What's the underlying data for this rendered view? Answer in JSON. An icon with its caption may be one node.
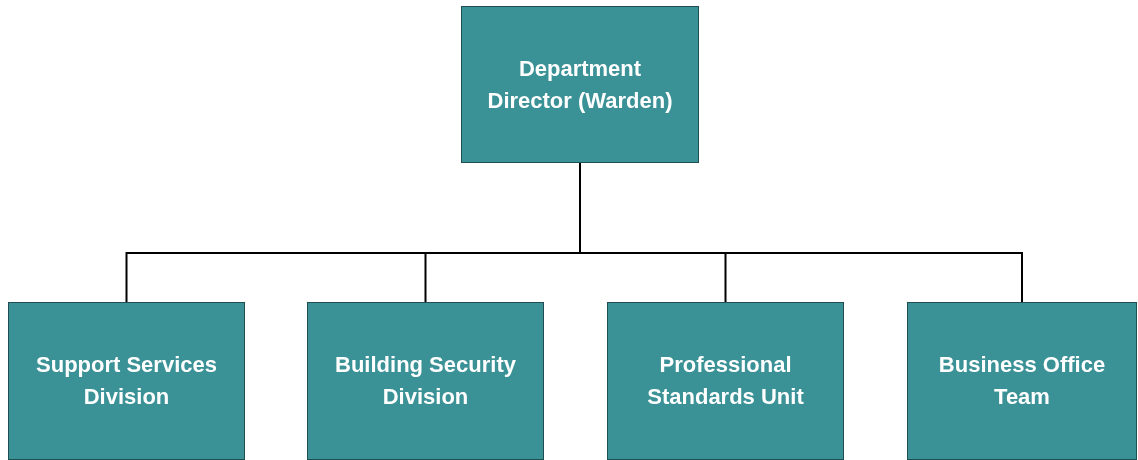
{
  "diagram": {
    "nodes": [
      {
        "text": [
          "Department Director (Warden)"
        ]
      },
      {
        "text": [
          "Support Services Division"
        ]
      },
      {
        "text": [
          "Building Security Division"
        ]
      },
      {
        "text": [
          "Professional Standards Unit"
        ]
      },
      {
        "text": [
          "Business Office Team"
        ]
      }
    ],
    "edges": [
      {
        "from": 0,
        "to": 1,
        "arrow": "none"
      },
      {
        "from": 0,
        "to": 2,
        "arrow": "none"
      },
      {
        "from": 0,
        "to": 3,
        "arrow": "none"
      },
      {
        "from": 0,
        "to": 4,
        "arrow": "none"
      }
    ]
  }
}
